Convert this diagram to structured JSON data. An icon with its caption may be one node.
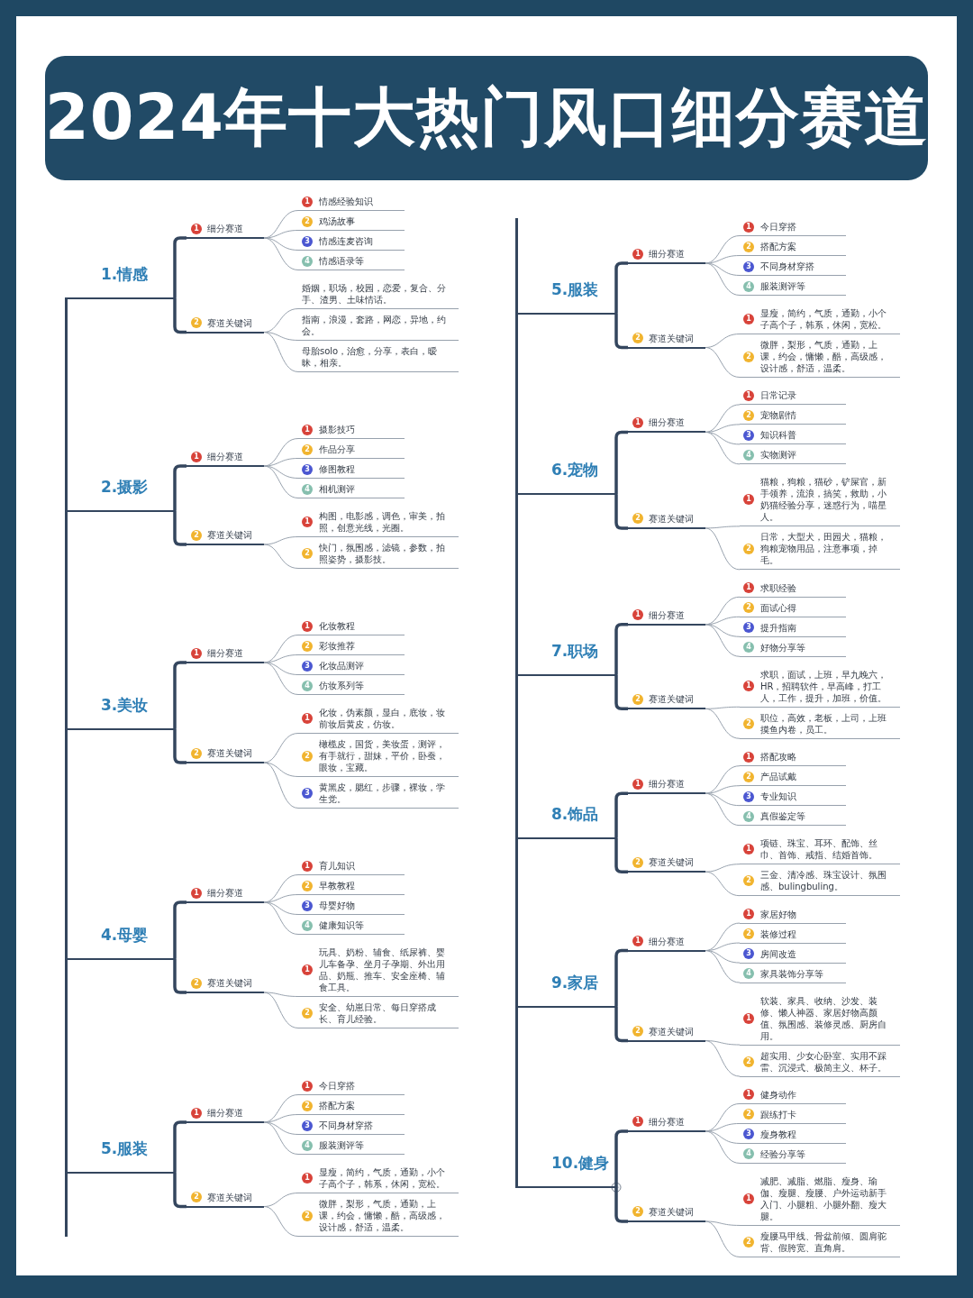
{
  "diagram": {
    "title": "2024年十大热门风口细分赛道",
    "nodes": [
      {
        "text": [
          "1.情感"
        ]
      },
      {
        "text": [
          "1",
          "细分赛道"
        ]
      },
      {
        "text": [
          "1",
          "情感经验知识"
        ]
      },
      {
        "text": [
          "2",
          "鸡汤故事"
        ]
      },
      {
        "text": [
          "3",
          "情感连麦咨询"
        ]
      },
      {
        "text": [
          "4",
          "情感语录等"
        ]
      },
      {
        "text": [
          "2",
          "赛道关键词"
        ]
      },
      {
        "text": [
          "婚姻，职场，校园，恋爱，复合、分手、渣男、土味情话。"
        ]
      },
      {
        "text": [
          "指南，浪漫，套路，网恋，异地，约会。"
        ]
      },
      {
        "text": [
          "母胎solo，治愈，分享，表白，暧昧，相亲。"
        ]
      },
      {
        "text": [
          "2.摄影"
        ]
      },
      {
        "text": [
          "1",
          "细分赛道"
        ]
      },
      {
        "text": [
          "1",
          "摄影技巧"
        ]
      },
      {
        "text": [
          "2",
          "作品分享"
        ]
      },
      {
        "text": [
          "3",
          "修图教程"
        ]
      },
      {
        "text": [
          "4",
          "相机测评"
        ]
      },
      {
        "text": [
          "2",
          "赛道关键词"
        ]
      },
      {
        "text": [
          "1",
          "构图，电影感，调色，审美，拍照，创意光线，光圈。"
        ]
      },
      {
        "text": [
          "2",
          "快门，氛围感，滤镜，参数，拍照姿势，摄影技。"
        ]
      },
      {
        "text": [
          "3.美妆"
        ]
      },
      {
        "text": [
          "1",
          "细分赛道"
        ]
      },
      {
        "text": [
          "1",
          "化妆教程"
        ]
      },
      {
        "text": [
          "2",
          "彩妆推荐"
        ]
      },
      {
        "text": [
          "3",
          "化妆品测评"
        ]
      },
      {
        "text": [
          "4",
          "仿妆系列等"
        ]
      },
      {
        "text": [
          "2",
          "赛道关键词"
        ]
      },
      {
        "text": [
          "1",
          "化妆，伪素颜，显白，底妆，妆前妆后黄皮，仿妆。"
        ]
      },
      {
        "text": [
          "2",
          "橄榄皮，国货，美妆蛋，测评，有手就行，甜妹，平价，卧蚕，眼妆，宝藏。"
        ]
      },
      {
        "text": [
          "3",
          "黄黑皮，腮红，步骤，裸妆，学生党。"
        ]
      },
      {
        "text": [
          "4.母婴"
        ]
      },
      {
        "text": [
          "1",
          "细分赛道"
        ]
      },
      {
        "text": [
          "1",
          "育儿知识"
        ]
      },
      {
        "text": [
          "2",
          "早教教程"
        ]
      },
      {
        "text": [
          "3",
          "母婴好物"
        ]
      },
      {
        "text": [
          "4",
          "健康知识等"
        ]
      },
      {
        "text": [
          "2",
          "赛道关键词"
        ]
      },
      {
        "text": [
          "1",
          "玩具、奶粉、辅食、纸尿裤、婴儿车备孕、坐月子孕期、外出用品、奶瓶、推车、安全座椅、辅食工具。"
        ]
      },
      {
        "text": [
          "2",
          "安全、幼崽日常、每日穿搭成长、育儿经验。"
        ]
      },
      {
        "text": [
          "5.服装"
        ]
      },
      {
        "text": [
          "1",
          "细分赛道"
        ]
      },
      {
        "text": [
          "1",
          "今日穿搭"
        ]
      },
      {
        "text": [
          "2",
          "搭配方案"
        ]
      },
      {
        "text": [
          "3",
          "不同身材穿搭"
        ]
      },
      {
        "text": [
          "4",
          "服装测评等"
        ]
      },
      {
        "text": [
          "2",
          "赛道关键词"
        ]
      },
      {
        "text": [
          "1",
          "显瘦，简约，气质，通勤，小个子高个子，韩系，休闲，宽松。"
        ]
      },
      {
        "text": [
          "2",
          "微胖，梨形，气质，通勤，上课，约会，慵懒，酷，高级感，设计感，舒适，温柔。"
        ]
      },
      {
        "text": [
          "5.服装"
        ]
      },
      {
        "text": [
          "1",
          "细分赛道"
        ]
      },
      {
        "text": [
          "1",
          "今日穿搭"
        ]
      },
      {
        "text": [
          "2",
          "搭配方案"
        ]
      },
      {
        "text": [
          "3",
          "不同身材穿搭"
        ]
      },
      {
        "text": [
          "4",
          "服装测评等"
        ]
      },
      {
        "text": [
          "2",
          "赛道关键词"
        ]
      },
      {
        "text": [
          "1",
          "显瘦，简约，气质，通勤，小个子高个子，韩系，休闲，宽松。"
        ]
      },
      {
        "text": [
          "2",
          "微胖，梨形，气质，通勤，上课，约会，慵懒，酷，高级感，设计感，舒适，温柔。"
        ]
      },
      {
        "text": [
          "6.宠物"
        ]
      },
      {
        "text": [
          "1",
          "细分赛道"
        ]
      },
      {
        "text": [
          "1",
          "日常记录"
        ]
      },
      {
        "text": [
          "2",
          "宠物剧情"
        ]
      },
      {
        "text": [
          "3",
          "知识科普"
        ]
      },
      {
        "text": [
          "4",
          "实物测评"
        ]
      },
      {
        "text": [
          "2",
          "赛道关键词"
        ]
      },
      {
        "text": [
          "1",
          "猫粮，狗粮，猫砂，铲屎官，新手领养，流浪，搞笑，救助，小奶猫经验分享，迷惑行为，喵星人。"
        ]
      },
      {
        "text": [
          "2",
          "日常，大型犬，田园犬，猫粮，狗粮宠物用品，注意事项，掉毛。"
        ]
      },
      {
        "text": [
          "7.职场"
        ]
      },
      {
        "text": [
          "1",
          "细分赛道"
        ]
      },
      {
        "text": [
          "1",
          "求职经验"
        ]
      },
      {
        "text": [
          "2",
          "面试心得"
        ]
      },
      {
        "text": [
          "3",
          "提升指南"
        ]
      },
      {
        "text": [
          "4",
          "好物分享等"
        ]
      },
      {
        "text": [
          "2",
          "赛道关键词"
        ]
      },
      {
        "text": [
          "1",
          "求职，面试，上班，早九晚六，HR，招聘软件，早高峰，打工人，工作，提升，加班，价值。"
        ]
      },
      {
        "text": [
          "2",
          "职位，高效，老板，上司，上班摸鱼内卷，员工。"
        ]
      },
      {
        "text": [
          "8.饰品"
        ]
      },
      {
        "text": [
          "1",
          "细分赛道"
        ]
      },
      {
        "text": [
          "1",
          "搭配攻略"
        ]
      },
      {
        "text": [
          "2",
          "产品试戴"
        ]
      },
      {
        "text": [
          "3",
          "专业知识"
        ]
      },
      {
        "text": [
          "4",
          "真假鉴定等"
        ]
      },
      {
        "text": [
          "2",
          "赛道关键词"
        ]
      },
      {
        "text": [
          "1",
          "项链、珠宝、耳环、配饰、丝巾、首饰、戒指、结婚首饰。"
        ]
      },
      {
        "text": [
          "2",
          "三金、清冷感、珠宝设计、氛围感、bulingbuling。"
        ]
      },
      {
        "text": [
          "9.家居"
        ]
      },
      {
        "text": [
          "1",
          "细分赛道"
        ]
      },
      {
        "text": [
          "1",
          "家居好物"
        ]
      },
      {
        "text": [
          "2",
          "装修过程"
        ]
      },
      {
        "text": [
          "3",
          "房间改造"
        ]
      },
      {
        "text": [
          "4",
          "家具装饰分享等"
        ]
      },
      {
        "text": [
          "2",
          "赛道关键词"
        ]
      },
      {
        "text": [
          "1",
          "软装、家具、收纳、沙发、装修、懒人神器、家居好物高颜值、氛围感、装修灵感、厨房自用。"
        ]
      },
      {
        "text": [
          "2",
          "超实用、少女心卧室、实用不踩雷、沉浸式、极简主义、杯子。"
        ]
      },
      {
        "text": [
          "10.健身"
        ]
      },
      {
        "text": [
          "1",
          "细分赛道"
        ]
      },
      {
        "text": [
          "1",
          "健身动作"
        ]
      },
      {
        "text": [
          "2",
          "跟练打卡"
        ]
      },
      {
        "text": [
          "3",
          "瘦身教程"
        ]
      },
      {
        "text": [
          "4",
          "经验分享等"
        ]
      },
      {
        "text": [
          "2",
          "赛道关键词"
        ]
      },
      {
        "text": [
          "1",
          "减肥、减脂、燃脂、瘦身、瑜伽、瘦腿、瘦腰、户外运动新手入门、小腿粗、小腿外翻、瘦大腿。"
        ]
      },
      {
        "text": [
          "2",
          "瘦腰马甲线、骨盆前倾、圆肩驼背、假胯宽、直角肩。"
        ]
      }
    ],
    "edges": [
      {
        "from": 0,
        "to": 1,
        "arrow": "none",
        "style": "thick",
        "color": "#34465e"
      },
      {
        "from": 0,
        "to": 6,
        "arrow": "none",
        "style": "thick",
        "color": "#34465e"
      },
      {
        "from": 1,
        "to": 2,
        "arrow": "none"
      },
      {
        "from": 1,
        "to": 3,
        "arrow": "none"
      },
      {
        "from": 1,
        "to": 4,
        "arrow": "none"
      },
      {
        "from": 1,
        "to": 5,
        "arrow": "none"
      },
      {
        "from": 6,
        "to": 7,
        "arrow": "none"
      },
      {
        "from": 6,
        "to": 8,
        "arrow": "none"
      },
      {
        "from": 6,
        "to": 9,
        "arrow": "none"
      },
      {
        "from": 10,
        "to": 11,
        "arrow": "none",
        "style": "thick",
        "color": "#34465e"
      },
      {
        "from": 10,
        "to": 16,
        "arrow": "none",
        "style": "thick",
        "color": "#34465e"
      },
      {
        "from": 11,
        "to": 12,
        "arrow": "none"
      },
      {
        "from": 11,
        "to": 13,
        "arrow": "none"
      },
      {
        "from": 11,
        "to": 14,
        "arrow": "none"
      },
      {
        "from": 11,
        "to": 15,
        "arrow": "none"
      },
      {
        "from": 16,
        "to": 17,
        "arrow": "none"
      },
      {
        "from": 16,
        "to": 18,
        "arrow": "none"
      },
      {
        "from": 19,
        "to": 20,
        "arrow": "none",
        "style": "thick",
        "color": "#34465e"
      },
      {
        "from": 19,
        "to": 25,
        "arrow": "none",
        "style": "thick",
        "color": "#34465e"
      },
      {
        "from": 20,
        "to": 21,
        "arrow": "none"
      },
      {
        "from": 20,
        "to": 22,
        "arrow": "none"
      },
      {
        "from": 20,
        "to": 23,
        "arrow": "none"
      },
      {
        "from": 20,
        "to": 24,
        "arrow": "none"
      },
      {
        "from": 25,
        "to": 26,
        "arrow": "none"
      },
      {
        "from": 25,
        "to": 27,
        "arrow": "none"
      },
      {
        "from": 25,
        "to": 28,
        "arrow": "none"
      },
      {
        "from": 29,
        "to": 30,
        "arrow": "none",
        "style": "thick",
        "color": "#34465e"
      },
      {
        "from": 29,
        "to": 35,
        "arrow": "none",
        "style": "thick",
        "color": "#34465e"
      },
      {
        "from": 30,
        "to": 31,
        "arrow": "none"
      },
      {
        "from": 30,
        "to": 32,
        "arrow": "none"
      },
      {
        "from": 30,
        "to": 33,
        "arrow": "none"
      },
      {
        "from": 30,
        "to": 34,
        "arrow": "none"
      },
      {
        "from": 35,
        "to": 36,
        "arrow": "none"
      },
      {
        "from": 35,
        "to": 37,
        "arrow": "none"
      },
      {
        "from": 38,
        "to": 39,
        "arrow": "none",
        "style": "thick",
        "color": "#34465e"
      },
      {
        "from": 38,
        "to": 44,
        "arrow": "none",
        "style": "thick",
        "color": "#34465e"
      },
      {
        "from": 39,
        "to": 40,
        "arrow": "none"
      },
      {
        "from": 39,
        "to": 41,
        "arrow": "none"
      },
      {
        "from": 39,
        "to": 42,
        "arrow": "none"
      },
      {
        "from": 39,
        "to": 43,
        "arrow": "none"
      },
      {
        "from": 44,
        "to": 45,
        "arrow": "none"
      },
      {
        "from": 44,
        "to": 46,
        "arrow": "none"
      },
      {
        "from": 47,
        "to": 48,
        "arrow": "none",
        "style": "thick",
        "color": "#34465e"
      },
      {
        "from": 47,
        "to": 53,
        "arrow": "none",
        "style": "thick",
        "color": "#34465e"
      },
      {
        "from": 48,
        "to": 49,
        "arrow": "none"
      },
      {
        "from": 48,
        "to": 50,
        "arrow": "none"
      },
      {
        "from": 48,
        "to": 51,
        "arrow": "none"
      },
      {
        "from": 48,
        "to": 52,
        "arrow": "none"
      },
      {
        "from": 53,
        "to": 54,
        "arrow": "none"
      },
      {
        "from": 53,
        "to": 55,
        "arrow": "none"
      },
      {
        "from": 56,
        "to": 57,
        "arrow": "none",
        "style": "thick",
        "color": "#34465e"
      },
      {
        "from": 56,
        "to": 62,
        "arrow": "none",
        "style": "thick",
        "color": "#34465e"
      },
      {
        "from": 57,
        "to": 58,
        "arrow": "none"
      },
      {
        "from": 57,
        "to": 59,
        "arrow": "none"
      },
      {
        "from": 57,
        "to": 60,
        "arrow": "none"
      },
      {
        "from": 57,
        "to": 61,
        "arrow": "none"
      },
      {
        "from": 62,
        "to": 63,
        "arrow": "none"
      },
      {
        "from": 62,
        "to": 64,
        "arrow": "none"
      },
      {
        "from": 65,
        "to": 66,
        "arrow": "none",
        "style": "thick",
        "color": "#34465e"
      },
      {
        "from": 65,
        "to": 71,
        "arrow": "none",
        "style": "thick",
        "color": "#34465e"
      },
      {
        "from": 66,
        "to": 67,
        "arrow": "none"
      },
      {
        "from": 66,
        "to": 68,
        "arrow": "none"
      },
      {
        "from": 66,
        "to": 69,
        "arrow": "none"
      },
      {
        "from": 66,
        "to": 70,
        "arrow": "none"
      },
      {
        "from": 71,
        "to": 72,
        "arrow": "none"
      },
      {
        "from": 71,
        "to": 73,
        "arrow": "none"
      },
      {
        "from": 74,
        "to": 75,
        "arrow": "none",
        "style": "thick",
        "color": "#34465e"
      },
      {
        "from": 74,
        "to": 80,
        "arrow": "none",
        "style": "thick",
        "color": "#34465e"
      },
      {
        "from": 75,
        "to": 76,
        "arrow": "none"
      },
      {
        "from": 75,
        "to": 77,
        "arrow": "none"
      },
      {
        "from": 75,
        "to": 78,
        "arrow": "none"
      },
      {
        "from": 75,
        "to": 79,
        "arrow": "none"
      },
      {
        "from": 80,
        "to": 81,
        "arrow": "none"
      },
      {
        "from": 80,
        "to": 82,
        "arrow": "none"
      },
      {
        "from": 83,
        "to": 84,
        "arrow": "none",
        "style": "thick",
        "color": "#34465e"
      },
      {
        "from": 83,
        "to": 89,
        "arrow": "none",
        "style": "thick",
        "color": "#34465e"
      },
      {
        "from": 84,
        "to": 85,
        "arrow": "none"
      },
      {
        "from": 84,
        "to": 86,
        "arrow": "none"
      },
      {
        "from": 84,
        "to": 87,
        "arrow": "none"
      },
      {
        "from": 84,
        "to": 88,
        "arrow": "none"
      },
      {
        "from": 89,
        "to": 90,
        "arrow": "none"
      },
      {
        "from": 89,
        "to": 91,
        "arrow": "none"
      },
      {
        "from": 92,
        "to": 93,
        "arrow": "none",
        "style": "thick",
        "color": "#34465e"
      },
      {
        "from": 92,
        "to": 98,
        "arrow": "none",
        "style": "thick",
        "color": "#34465e"
      },
      {
        "from": 93,
        "to": 94,
        "arrow": "none"
      },
      {
        "from": 93,
        "to": 95,
        "arrow": "none"
      },
      {
        "from": 93,
        "to": 96,
        "arrow": "none"
      },
      {
        "from": 93,
        "to": 97,
        "arrow": "none"
      },
      {
        "from": 98,
        "to": 99,
        "arrow": "none"
      },
      {
        "from": 98,
        "to": 100,
        "arrow": "none"
      }
    ]
  }
}
